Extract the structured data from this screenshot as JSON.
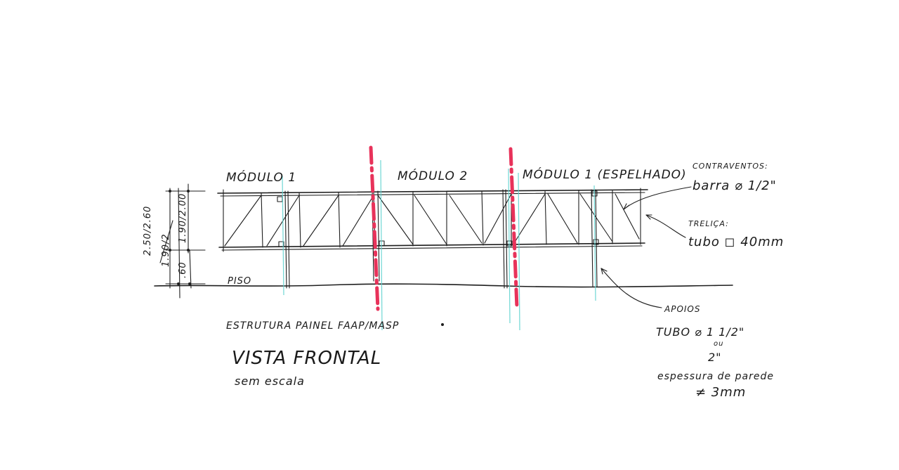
{
  "sheet": {
    "modules": {
      "m1": "MÓDULO   1",
      "m2": "MÓDULO 2",
      "m3": "MÓDULO 1 (ESPELHADO)"
    },
    "dimensions": {
      "total": "2.50/2.60",
      "truss": "1.90/2.00",
      "struck": "1.90/2",
      "base": ".60"
    },
    "floor_label": "PISO",
    "bracing": {
      "title": "CONTRAVENTOS:",
      "spec": "barra ⌀ 1/2\""
    },
    "truss": {
      "title": "TRELIÇA:",
      "spec": "tubo ◻ 40mm"
    },
    "supports": {
      "title": "APOIOS",
      "spec_a": "TUBO ⌀ 1 1/2\"",
      "spec_or": "ou",
      "spec_b": "2\"",
      "wall": "espessura de parede",
      "thickness": "≠ 3mm"
    },
    "caption": {
      "structure": "ESTRUTURA PAINEL FAAP/MASP",
      "view": "VISTA FRONTAL",
      "scale": "sem escala"
    }
  }
}
